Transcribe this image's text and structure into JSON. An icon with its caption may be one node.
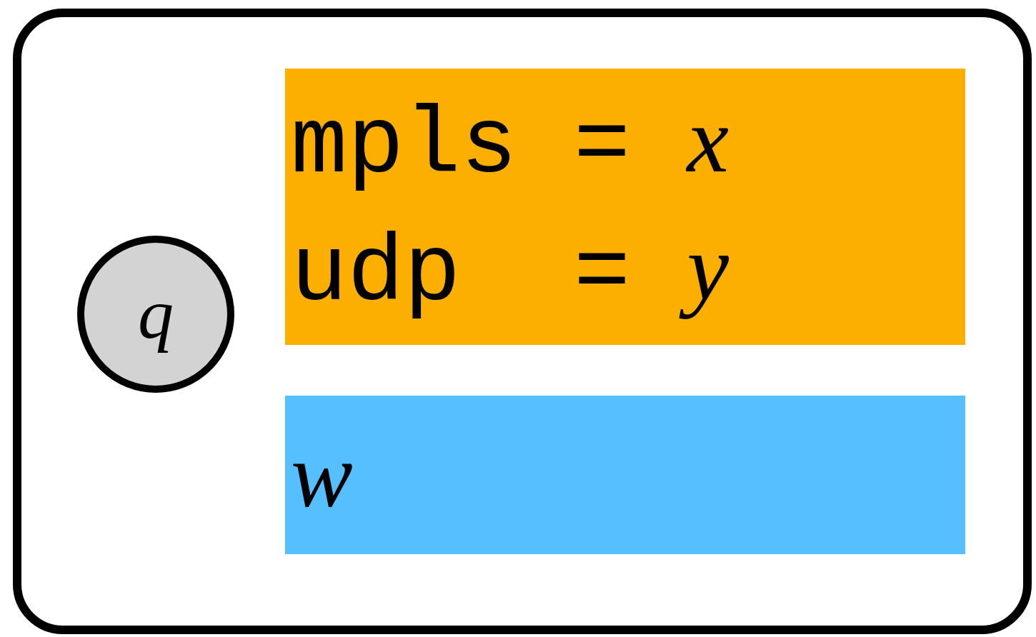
{
  "diagram": {
    "nodes": [
      {
        "text": [],
        "shape": "box"
      },
      {
        "text": [
          "q"
        ],
        "in": 0
      },
      {
        "text": [
          "mpls = *x*",
          "udp  = *y*"
        ],
        "in": 0
      },
      {
        "text": [
          "w"
        ],
        "in": 0
      }
    ]
  }
}
